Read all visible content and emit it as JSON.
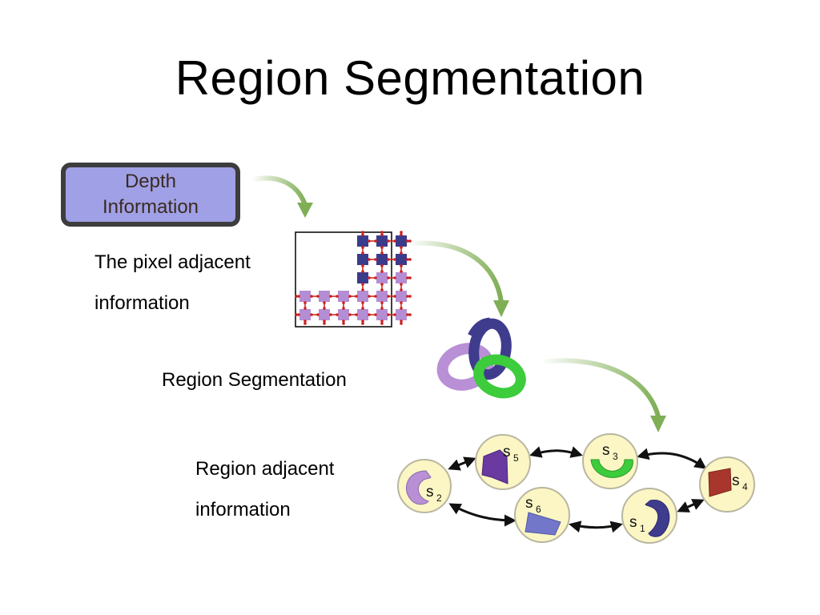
{
  "title": "Region Segmentation",
  "depth_box": {
    "line1": "Depth",
    "line2": "Information"
  },
  "labels": {
    "pixel_line1": "The pixel adjacent",
    "pixel_line2": "information",
    "region_segmentation": "Region Segmentation",
    "adjacent_line1": "Region adjacent",
    "adjacent_line2": "information"
  },
  "nodes": [
    {
      "id": "s1",
      "letter": "s",
      "sub": "1"
    },
    {
      "id": "s2",
      "letter": "s",
      "sub": "2"
    },
    {
      "id": "s3",
      "letter": "s",
      "sub": "3"
    },
    {
      "id": "s4",
      "letter": "s",
      "sub": "4"
    },
    {
      "id": "s5",
      "letter": "s",
      "sub": "5"
    },
    {
      "id": "s6",
      "letter": "s",
      "sub": "6"
    }
  ],
  "colors": {
    "box_fill": "#a0a0e6",
    "dark_square": "#3b3b8c",
    "light_square": "#b48ed4",
    "pixel_arrow": "#cc1f1f",
    "flow_arrow": "#7fae55",
    "node_fill": "#fbf6c4",
    "ring_purple": "#3f3c8e",
    "ring_violet": "#b98fd6",
    "ring_green": "#3ccc3c",
    "patch_red": "#a8362c",
    "patch_violet": "#6a3aa0",
    "patch_periwinkle": "#7377c9"
  }
}
